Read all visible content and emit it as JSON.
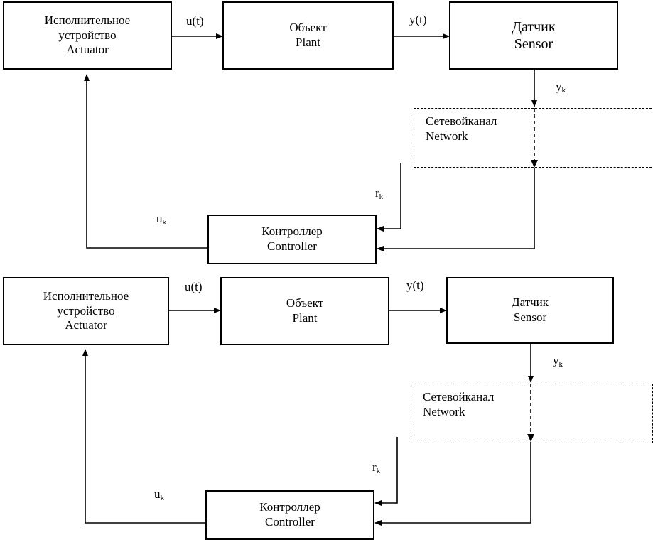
{
  "diagrams": [
    {
      "actuator": {
        "line1": "Исполнительное",
        "line2": "устройство",
        "line3": "Actuator"
      },
      "plant": {
        "line1": "Объект",
        "line2": "Plant"
      },
      "sensor": {
        "line1": "Датчик",
        "line2": "Sensor"
      },
      "network": {
        "line1": "Сетевойканал",
        "line2": "Network"
      },
      "controller": {
        "line1": "Контроллер",
        "line2": "Controller"
      },
      "signals": {
        "u_t": "u(t)",
        "y_t": "y(t)",
        "y_k_base": "y",
        "y_k_sub": "k",
        "r_k_base": "r",
        "r_k_sub": "k",
        "u_k_base": "u",
        "u_k_sub": "k"
      }
    },
    {
      "actuator": {
        "line1": "Исполнительное",
        "line2": "устройство",
        "line3": "Actuator"
      },
      "plant": {
        "line1": "Объект",
        "line2": "Plant"
      },
      "sensor": {
        "line1": "Датчик",
        "line2": "Sensor"
      },
      "network": {
        "line1": "Сетевойканал",
        "line2": "Network"
      },
      "controller": {
        "line1": "Контроллер",
        "line2": "Controller"
      },
      "signals": {
        "u_t": "u(t)",
        "y_t": "y(t)",
        "y_k_base": "y",
        "y_k_sub": "k",
        "r_k_base": "r",
        "r_k_sub": "k",
        "u_k_base": "u",
        "u_k_sub": "k"
      }
    }
  ]
}
